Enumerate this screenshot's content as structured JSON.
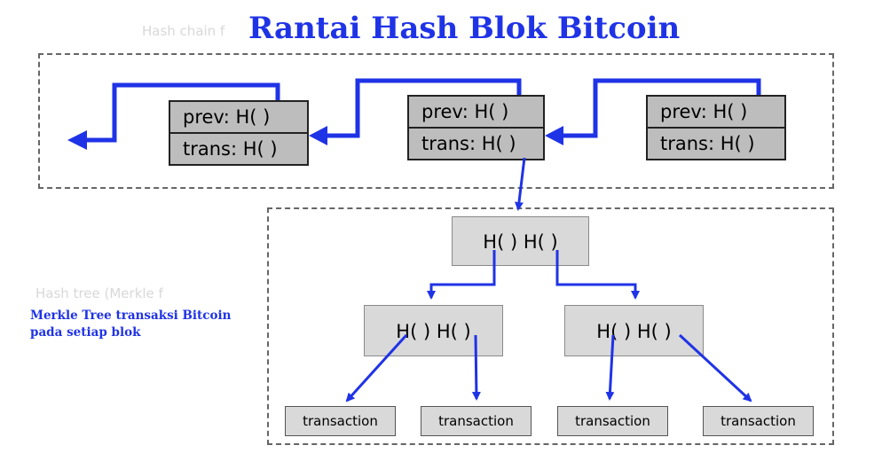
{
  "title": "Rantai Hash Blok Bitcoin",
  "caption_line1": "Merkle Tree transaksi Bitcoin",
  "caption_line2": "pada setiap blok",
  "blockchain": {
    "blocks": [
      {
        "prev": "prev: H(  )",
        "trans": "trans: H(  )"
      },
      {
        "prev": "prev: H(  )",
        "trans": "trans: H(  )"
      },
      {
        "prev": "prev: H(  )",
        "trans": "trans: H(  )"
      }
    ]
  },
  "merkle": {
    "root": "H(  )   H(  )",
    "level1": [
      "H(  )   H(  )",
      "H(  )   H(  )"
    ],
    "leaves": [
      "transaction",
      "transaction",
      "transaction",
      "transaction"
    ]
  },
  "colors": {
    "accent": "#1f33e6",
    "block_fill": "#bdbdbd",
    "node_fill": "#d9d9d9"
  }
}
